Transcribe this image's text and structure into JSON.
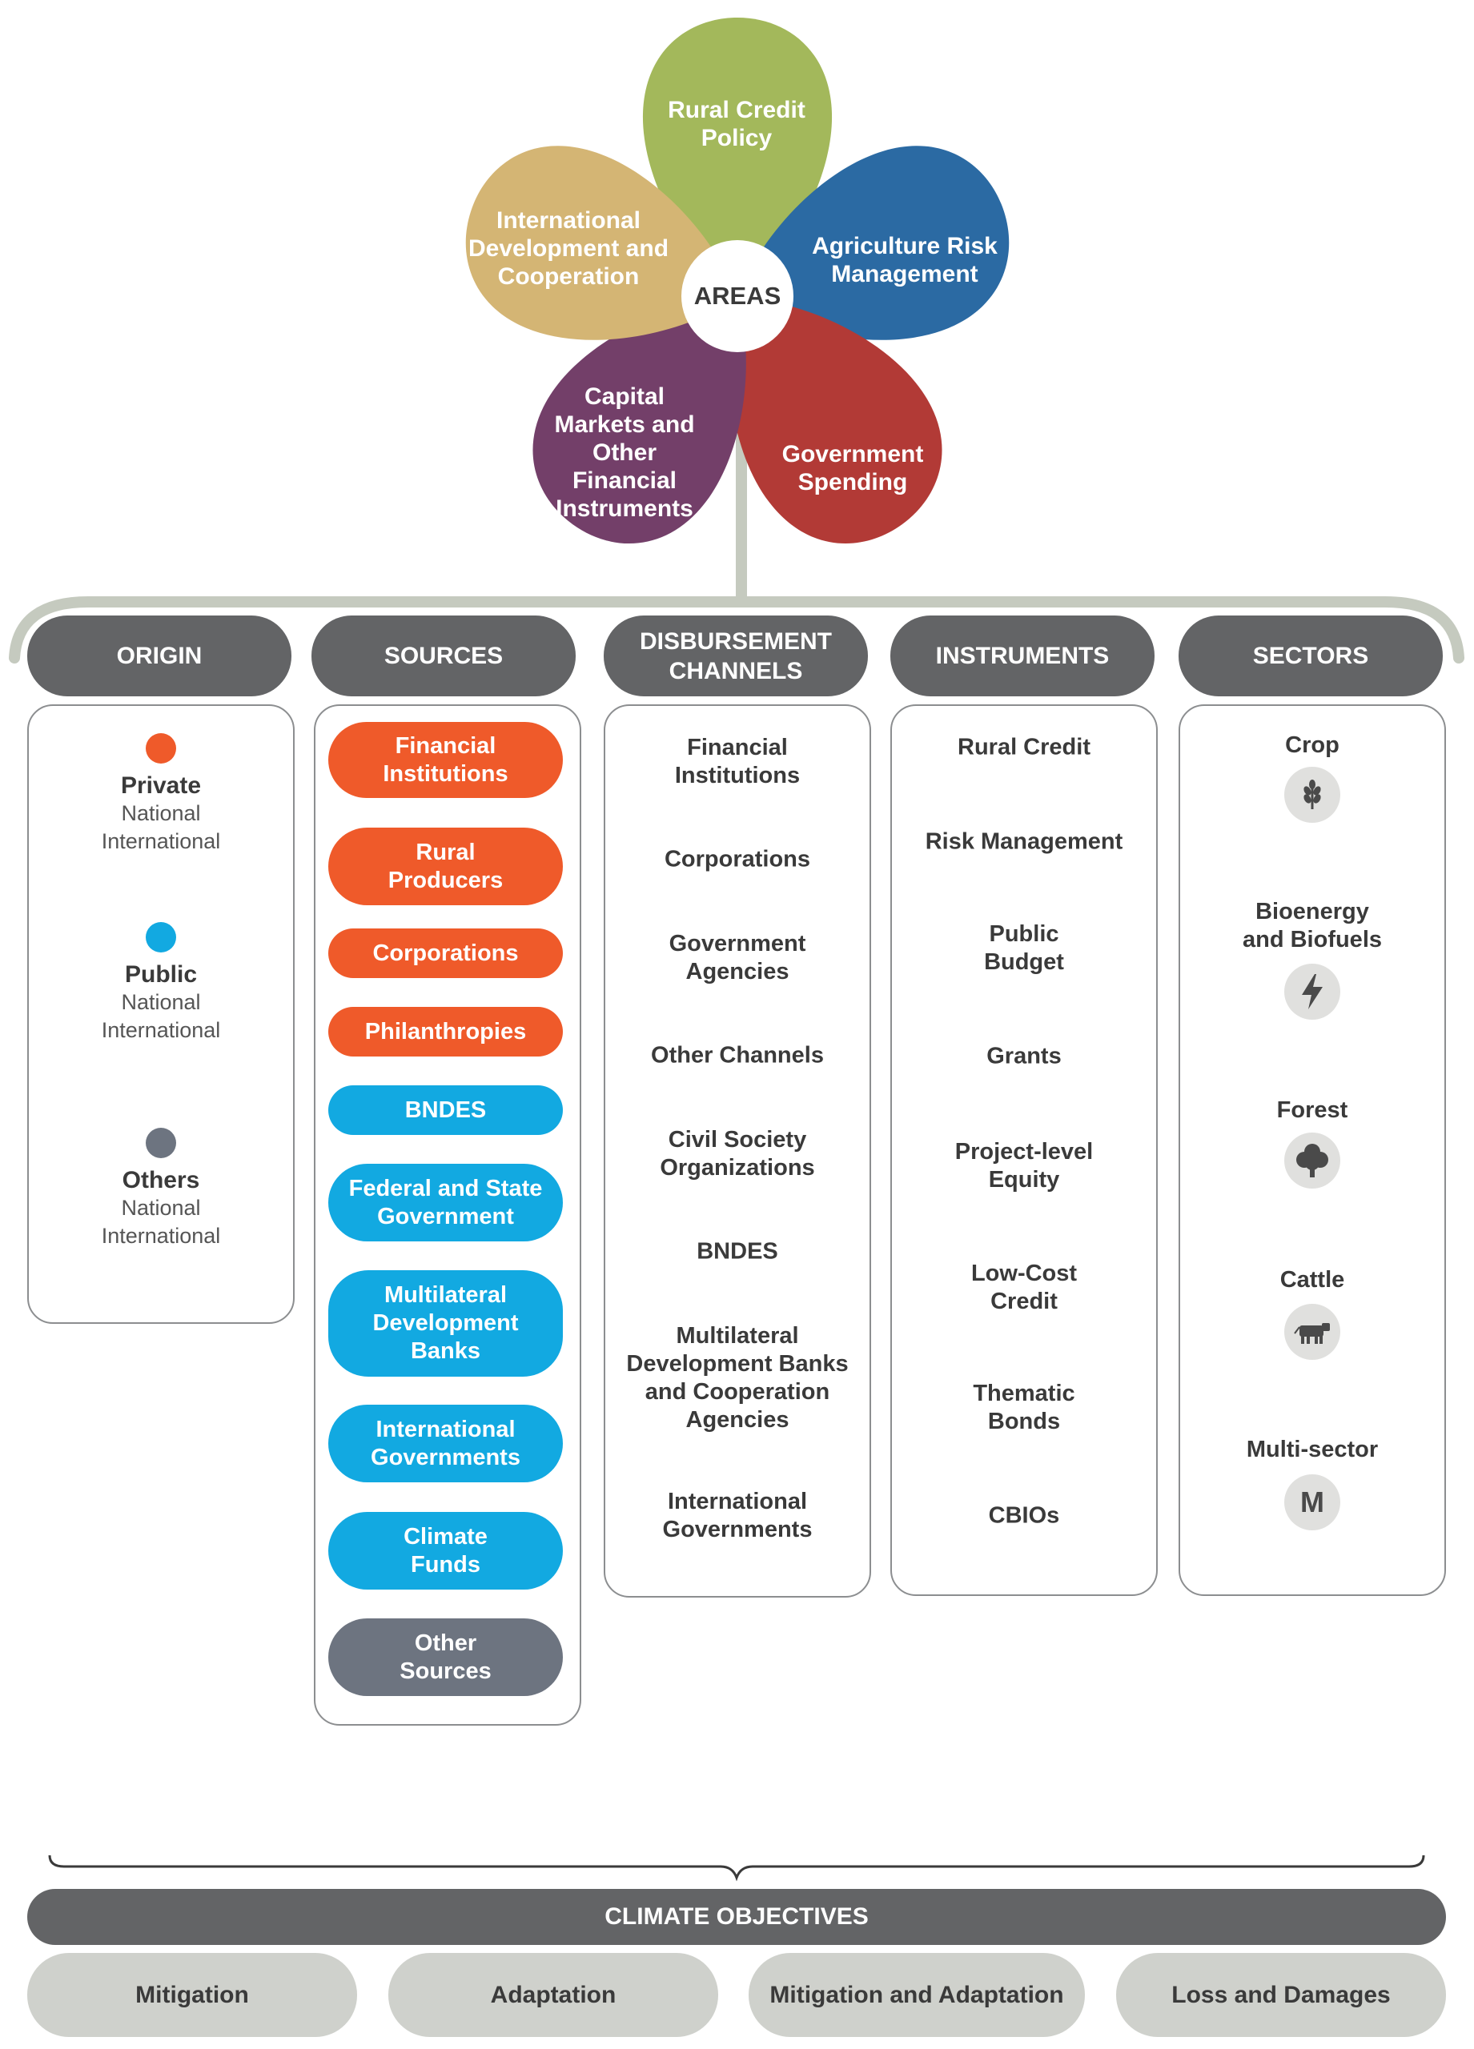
{
  "areas": {
    "center_label": "AREAS",
    "petals": [
      {
        "id": "rural-credit",
        "label": "Rural Credit\nPolicy",
        "color": "#a3b85b"
      },
      {
        "id": "agri-risk",
        "label": "Agriculture Risk\nManagement",
        "color": "#2b6aa3"
      },
      {
        "id": "gov-spending",
        "label": "Government\nSpending",
        "color": "#b23a36"
      },
      {
        "id": "capital-markets",
        "label": "Capital\nMarkets and\nOther\nFinancial\nInstruments",
        "color": "#733f69"
      },
      {
        "id": "intl-dev",
        "label": "International\nDevelopment and\nCooperation",
        "color": "#d4b574"
      }
    ]
  },
  "columns": {
    "origin": {
      "header": "ORIGIN",
      "items": [
        {
          "title": "Private",
          "sub": "National\nInternational",
          "color": "#ef5a2a"
        },
        {
          "title": "Public",
          "sub": "National\nInternational",
          "color": "#12a9e1"
        },
        {
          "title": "Others",
          "sub": "National\nInternational",
          "color": "#6d7480"
        }
      ]
    },
    "sources": {
      "header": "SOURCES",
      "items": [
        {
          "label": "Financial\nInstitutions",
          "color": "#ef5a2a"
        },
        {
          "label": "Rural\nProducers",
          "color": "#ef5a2a"
        },
        {
          "label": "Corporations",
          "color": "#ef5a2a"
        },
        {
          "label": "Philanthropies",
          "color": "#ef5a2a"
        },
        {
          "label": "BNDES",
          "color": "#12a9e1"
        },
        {
          "label": "Federal and State\nGovernment",
          "color": "#12a9e1"
        },
        {
          "label": "Multilateral\nDevelopment\nBanks",
          "color": "#12a9e1"
        },
        {
          "label": "International\nGovernments",
          "color": "#12a9e1"
        },
        {
          "label": "Climate\nFunds",
          "color": "#12a9e1"
        },
        {
          "label": "Other\nSources",
          "color": "#6d7480"
        }
      ]
    },
    "disbursement": {
      "header": "DISBURSEMENT\nCHANNELS",
      "items": [
        "Financial\nInstitutions",
        "Corporations",
        "Government\nAgencies",
        "Other Channels",
        "Civil Society\nOrganizations",
        "BNDES",
        "Multilateral\nDevelopment Banks\nand Cooperation\nAgencies",
        "International\nGovernments"
      ]
    },
    "instruments": {
      "header": "INSTRUMENTS",
      "items": [
        "Rural Credit",
        "Risk Management",
        "Public\nBudget",
        "Grants",
        "Project-level\nEquity",
        "Low-Cost\nCredit",
        "Thematic\nBonds",
        "CBIOs"
      ]
    },
    "sectors": {
      "header": "SECTORS",
      "items": [
        {
          "label": "Crop",
          "icon": "wheat-icon"
        },
        {
          "label": "Bioenergy\nand Biofuels",
          "icon": "lightning-icon"
        },
        {
          "label": "Forest",
          "icon": "tree-icon"
        },
        {
          "label": "Cattle",
          "icon": "cow-icon"
        },
        {
          "label": "Multi-sector",
          "icon": "m-letter-icon",
          "glyph": "M"
        }
      ]
    }
  },
  "climate_objectives": {
    "title": "CLIMATE OBJECTIVES",
    "items": [
      "Mitigation",
      "Adaptation",
      "Mitigation and Adaptation",
      "Loss and Damages"
    ]
  },
  "colors": {
    "header_gray": "#636466",
    "stem": "#c5cabf",
    "objective_pill": "#cfd1cc",
    "private": "#ef5a2a",
    "public": "#12a9e1",
    "others": "#6d7480"
  }
}
